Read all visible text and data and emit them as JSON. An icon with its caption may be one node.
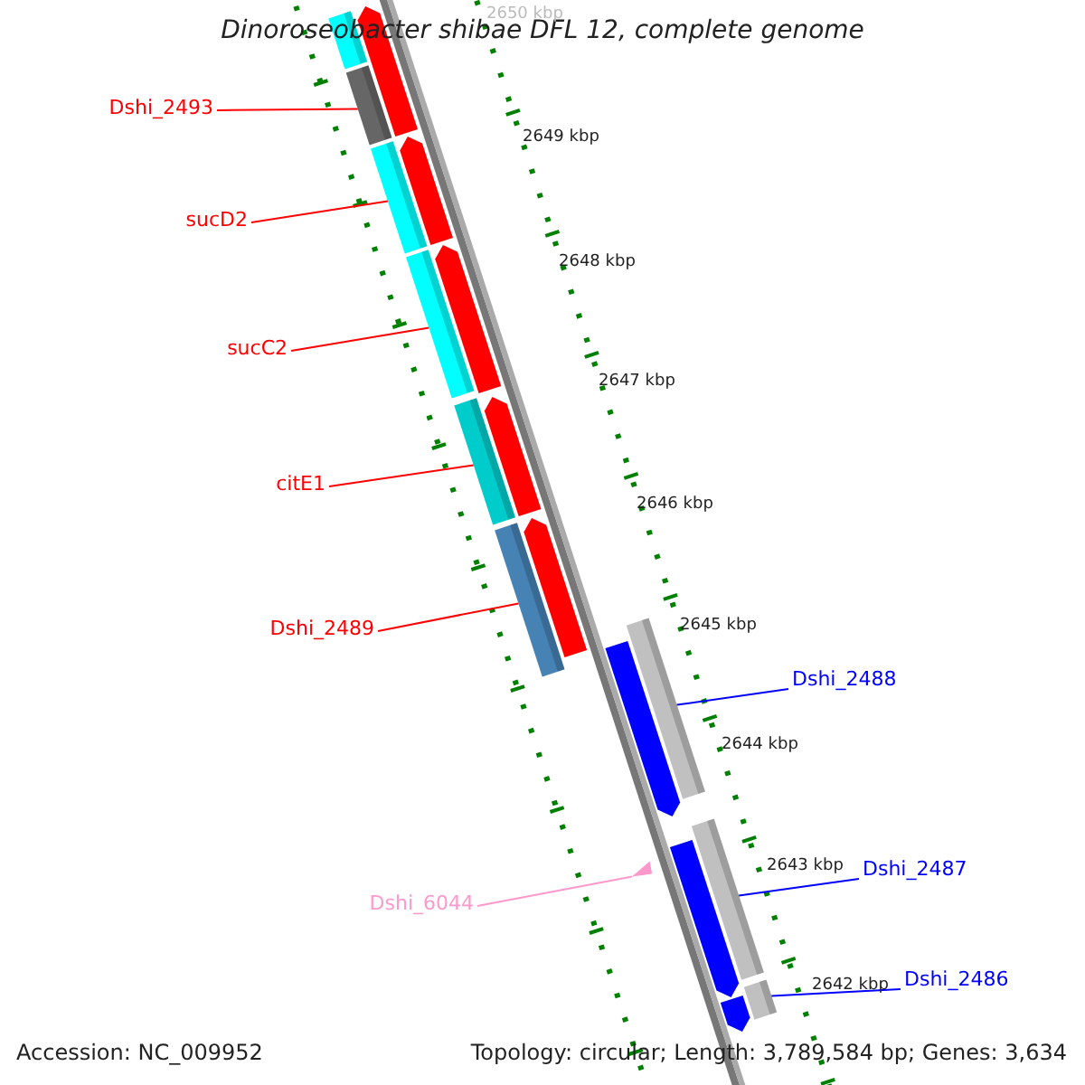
{
  "diagram": {
    "title": "Dinoroseobacter shibae DFL 12, complete genome",
    "nodes": [
      {
        "text": [],
        "shape": "bar"
      },
      {
        "text": [],
        "shape": "bar"
      },
      {
        "text": [],
        "shape": "bar"
      },
      {
        "text": [],
        "shape": "bar"
      },
      {
        "text": [],
        "shape": "bar"
      },
      {
        "text": [],
        "shape": "bar"
      },
      {
        "text": [],
        "shape": "triangle"
      },
      {
        "text": [],
        "shape": "bar"
      },
      {
        "text": [],
        "shape": "bar"
      },
      {
        "text": [],
        "shape": "bar"
      },
      {
        "text": [
          "Dshi_2493"
        ]
      },
      {
        "text": [
          "sucD2"
        ]
      },
      {
        "text": [
          "sucC2"
        ]
      },
      {
        "text": [
          "citE1"
        ]
      },
      {
        "text": [
          "Dshi_2489"
        ]
      },
      {
        "text": [
          "Dshi_6044"
        ]
      },
      {
        "text": [
          "Dshi_2488"
        ]
      },
      {
        "text": [
          "Dshi_2487"
        ]
      },
      {
        "text": [
          "Dshi_2486"
        ]
      }
    ],
    "edges": [
      {
        "from": 10,
        "to": 1,
        "arrow": "none"
      },
      {
        "from": 11,
        "to": 2,
        "arrow": "none"
      },
      {
        "from": 12,
        "to": 3,
        "arrow": "none"
      },
      {
        "from": 13,
        "to": 4,
        "arrow": "none"
      },
      {
        "from": 14,
        "to": 5,
        "arrow": "none"
      },
      {
        "from": 15,
        "to": 6,
        "arrow": "none",
        "color": "#ff99cc"
      },
      {
        "from": 16,
        "to": 7,
        "arrow": "none",
        "color": "#0000ff"
      },
      {
        "from": 17,
        "to": 8,
        "arrow": "none",
        "color": "#0000ff"
      },
      {
        "from": 18,
        "to": 9,
        "arrow": "none",
        "color": "#0000ff"
      }
    ],
    "labels": [
      "2650 kbp",
      "2649 kbp",
      "2648 kbp",
      "2647 kbp",
      "2646 kbp",
      "2645 kbp",
      "2644 kbp",
      "2643 kbp",
      "2642 kbp",
      "Accession: NC_009952",
      "Topology: circular; Length: 3,789,584 bp; Genes: 3,634"
    ]
  }
}
